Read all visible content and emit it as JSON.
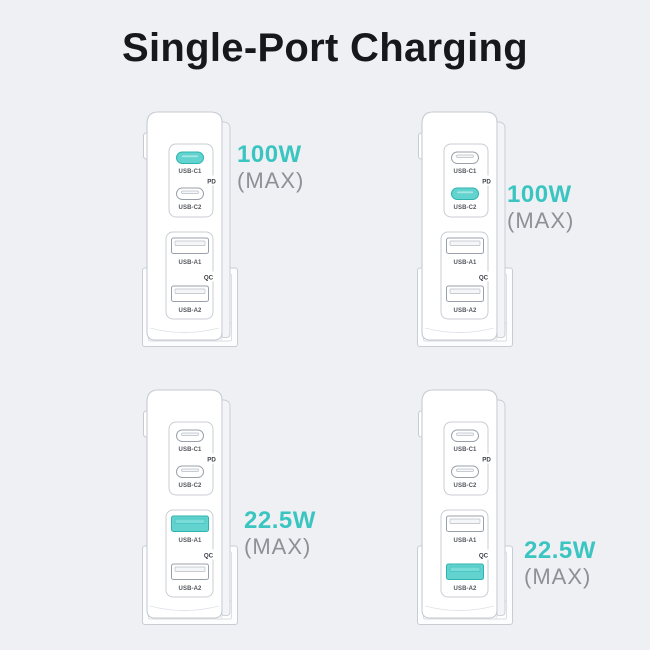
{
  "title": "Single-Port Charging",
  "charger": {
    "port_labels": {
      "c1": "USB-C1",
      "c2": "USB-C2",
      "a1": "USB-A1",
      "a2": "USB-A2",
      "pd": "PD",
      "qc": "QC"
    }
  },
  "units": [
    {
      "position": "top-left",
      "highlight": "c1",
      "power": "100W",
      "max": "(MAX)"
    },
    {
      "position": "top-right",
      "highlight": "c2",
      "power": "100W",
      "max": "(MAX)"
    },
    {
      "position": "bottom-left",
      "highlight": "a1",
      "power": "22.5W",
      "max": "(MAX)"
    },
    {
      "position": "bottom-right",
      "highlight": "a2",
      "power": "22.5W",
      "max": "(MAX)"
    }
  ],
  "colors": {
    "background": "#eef0f4",
    "title_text": "#17181c",
    "accent_teal_text": "#3bc5c1",
    "accent_teal_port_fill": "#63d3cf",
    "accent_teal_port_border": "#2eb3af",
    "max_text_gray": "#8d9095",
    "outline_gray": "#c6cbd2",
    "port_border_gray": "#99a0aa"
  }
}
